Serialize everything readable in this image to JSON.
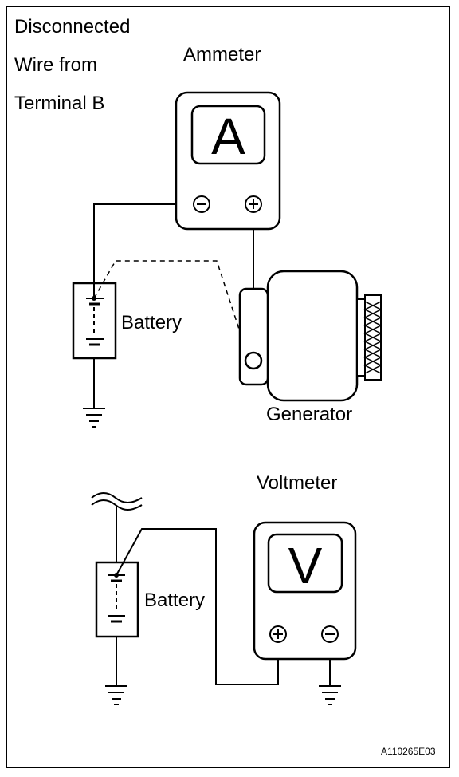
{
  "note": {
    "line1": "Disconnected",
    "line2": "Wire from",
    "line3": "Terminal B"
  },
  "ammeter": {
    "title": "Ammeter",
    "letter": "A",
    "neg_symbol": "⊖",
    "pos_symbol": "⊕"
  },
  "voltmeter": {
    "title": "Voltmeter",
    "letter": "V",
    "pos_symbol": "⊕",
    "neg_symbol": "⊖"
  },
  "battery_top": {
    "label": "Battery"
  },
  "battery_bottom": {
    "label": "Battery"
  },
  "generator": {
    "label": "Generator"
  },
  "figure_code": "A110265E03"
}
